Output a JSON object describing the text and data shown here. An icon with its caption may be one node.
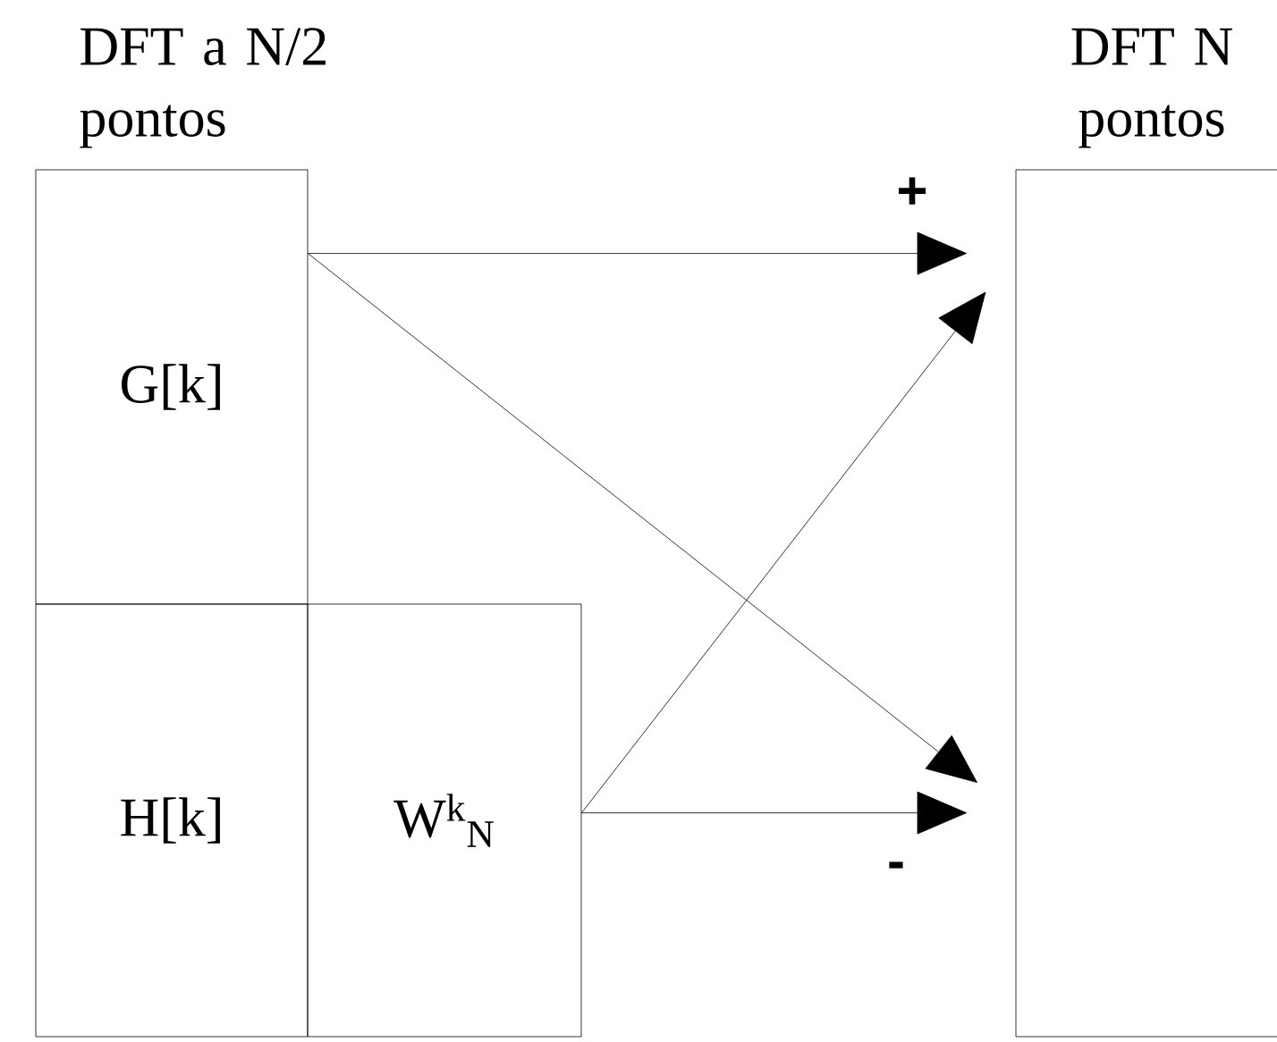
{
  "diagram": {
    "nodes": [
      {
        "text": [
          "DFT a N/2 pontos",
          "G[k]"
        ]
      },
      {
        "text": [
          "H[k]"
        ]
      },
      {
        "text": [
          "W$^{k}$$_{N}$"
        ]
      },
      {
        "text": [
          "DFT N pontos"
        ]
      }
    ],
    "edges": [
      {
        "from": 0,
        "to": 3,
        "arrow": "to"
      },
      {
        "from": 0,
        "to": 3,
        "arrow": "to"
      },
      {
        "from": 2,
        "to": 3,
        "arrow": "to"
      },
      {
        "from": 2,
        "to": 3,
        "arrow": "to"
      }
    ],
    "labels": [
      "+",
      "-"
    ]
  }
}
